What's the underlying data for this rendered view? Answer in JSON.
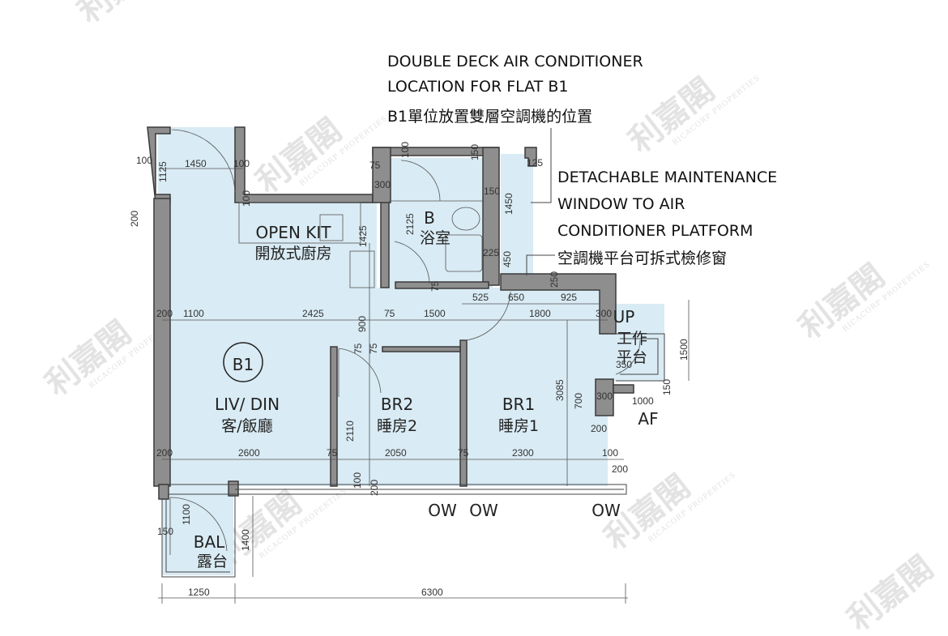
{
  "watermark": {
    "brand_cn": "利嘉閣",
    "brand_en": "RICACORP PROPERTIES"
  },
  "notes": {
    "ac_location": [
      "DOUBLE DECK AIR CONDITIONER",
      "LOCATION FOR FLAT B1",
      "B1單位放置雙層空調機的位置"
    ],
    "maintenance_window": [
      "DETACHABLE MAINTENANCE",
      "WINDOW TO AIR",
      "CONDITIONER PLATFORM",
      "空調機平台可拆式檢修窗"
    ]
  },
  "flat": {
    "id": "B1"
  },
  "rooms": {
    "living": {
      "en": "LIV/ DIN",
      "cn": "客/飯廳"
    },
    "kitchen": {
      "en": "OPEN KIT",
      "cn": "開放式廚房"
    },
    "bath": {
      "en": "B",
      "cn": "浴室"
    },
    "br2": {
      "en": "BR2",
      "cn": "睡房2"
    },
    "br1": {
      "en": "BR1",
      "cn": "睡房1"
    },
    "utility": {
      "en": "UP",
      "cn1": "工作",
      "cn2": "平台"
    },
    "af": {
      "en": "AF"
    },
    "balcony": {
      "en": "BAL",
      "cn": "露台"
    },
    "ow": [
      "OW",
      "OW",
      "OW"
    ]
  },
  "dims": [
    "100",
    "1125",
    "1450",
    "100",
    "200",
    "100",
    "75",
    "300",
    "100",
    "150",
    "150",
    "1450",
    "125",
    "2125",
    "1425",
    "225",
    "450",
    "75",
    "525",
    "650",
    "250",
    "925",
    "200",
    "1100",
    "2425",
    "900",
    "75",
    "1500",
    "1800",
    "300",
    "75",
    "75",
    "3085",
    "700",
    "300",
    "350",
    "1000",
    "150",
    "1500",
    "200",
    "2110",
    "200",
    "2600",
    "75",
    "2050",
    "75",
    "2300",
    "100",
    "200",
    "100",
    "200",
    "1100",
    "150",
    "1400",
    "1250",
    "6300"
  ]
}
